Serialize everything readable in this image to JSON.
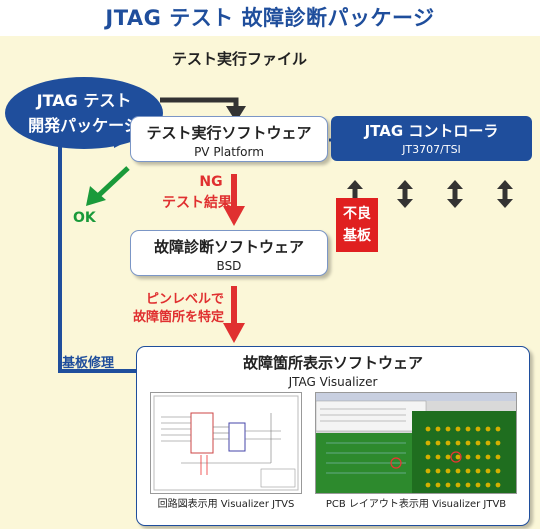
{
  "title": "JTAG テスト 故障診断パッケージ",
  "package": {
    "line1": "JTAG テスト",
    "line2": "開発パッケージ"
  },
  "test_file_label": "テスト実行ファイル",
  "test_exec": {
    "title": "テスト実行ソフトウェア",
    "subtitle": "PV Platform"
  },
  "controller": {
    "title": "JTAG コントローラ",
    "subtitle": "JT3707/TSI"
  },
  "ng": {
    "line1": "NG",
    "line2": "テスト結果"
  },
  "ok_label": "OK",
  "bad_board": {
    "line1": "不良",
    "line2": "基板"
  },
  "diagnosis": {
    "title": "故障診断ソフトウェア",
    "subtitle": "BSD"
  },
  "pin_level": {
    "line1": "ピンレベルで",
    "line2": "故障箇所を特定"
  },
  "repair_label": "基板修理",
  "display": {
    "title": "故障箇所表示ソフトウェア",
    "subtitle": "JTAG Visualizer",
    "caption_left": "回路図表示用 Visualizer JTVS",
    "caption_right": "PCB レイアウト表示用 Visualizer JTVB"
  },
  "colors": {
    "title_blue": "#1f4e9c",
    "arrow_red": "#e03030",
    "ok_green": "#1a9a3a",
    "dark": "#333333"
  }
}
